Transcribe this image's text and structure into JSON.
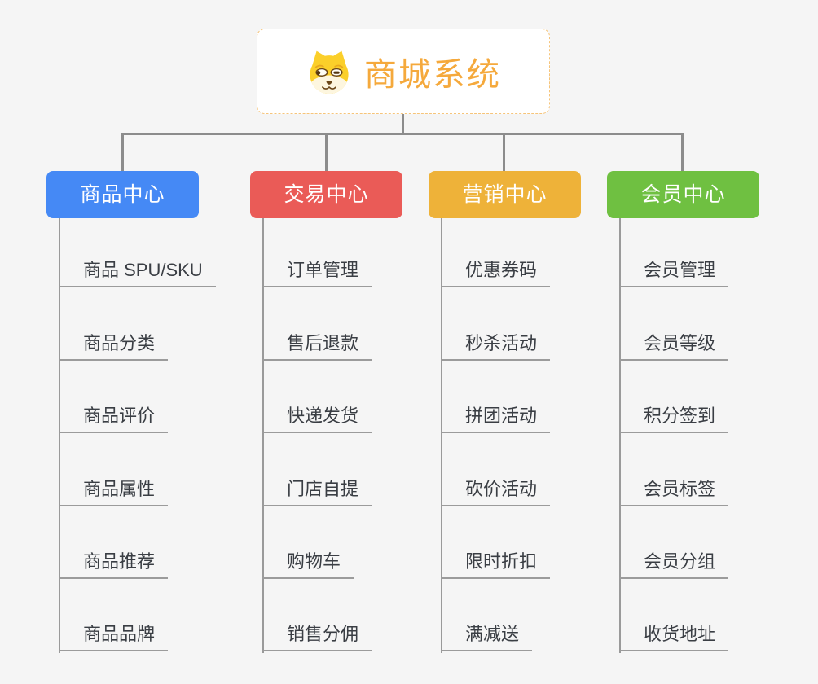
{
  "canvas": {
    "background_color": "#f5f5f5",
    "connector_color": "#8c8c8c"
  },
  "root": {
    "title": "商城系统",
    "icon": "dog-face-icon",
    "title_color": "#f5a93c",
    "border_color": "#f6c479"
  },
  "branches": [
    {
      "id": "product-center",
      "label": "商品中心",
      "color": "#4589f5",
      "items": [
        "商品 SPU/SKU",
        "商品分类",
        "商品评价",
        "商品属性",
        "商品推荐",
        "商品品牌"
      ]
    },
    {
      "id": "trade-center",
      "label": "交易中心",
      "color": "#ea5b57",
      "items": [
        "订单管理",
        "售后退款",
        "快递发货",
        "门店自提",
        "购物车",
        "销售分佣"
      ]
    },
    {
      "id": "marketing-center",
      "label": "营销中心",
      "color": "#eeb239",
      "items": [
        "优惠券码",
        "秒杀活动",
        "拼团活动",
        "砍价活动",
        "限时折扣",
        "满减送"
      ]
    },
    {
      "id": "member-center",
      "label": "会员中心",
      "color": "#6fc041",
      "items": [
        "会员管理",
        "会员等级",
        "积分签到",
        "会员标签",
        "会员分组",
        "收货地址"
      ]
    }
  ]
}
